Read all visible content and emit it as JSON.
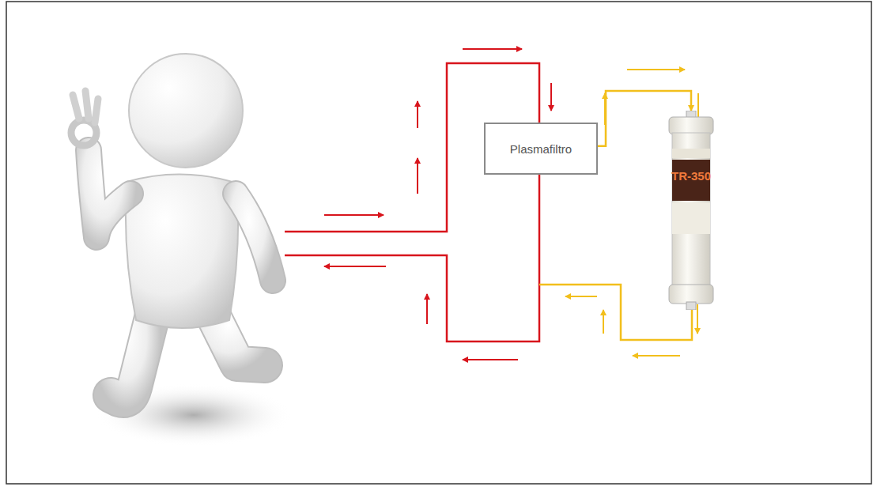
{
  "diagram": {
    "nodes": [
      {
        "text": [
          "Plasmafiltro"
        ]
      },
      {
        "text": [
          "TR-350"
        ]
      }
    ],
    "edges": [
      {
        "from": 0,
        "to": 1,
        "arrow": "to"
      }
    ]
  }
}
